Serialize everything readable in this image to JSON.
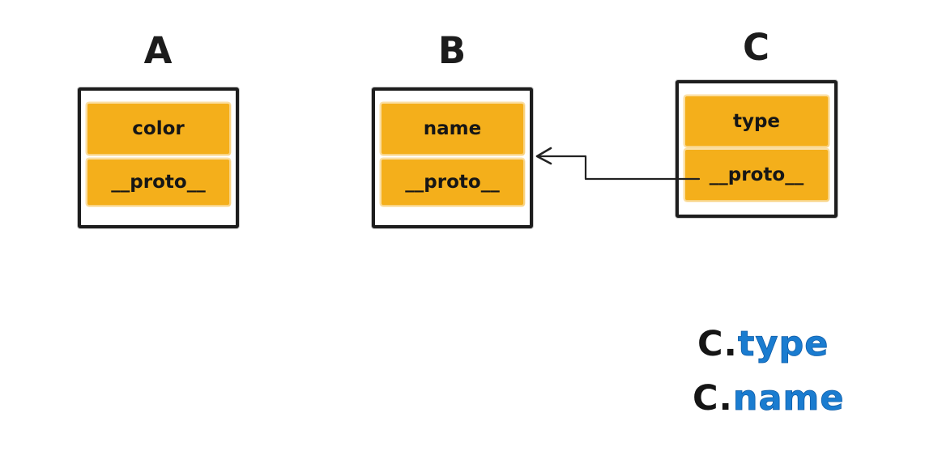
{
  "diagram": {
    "boxes": [
      {
        "id": "A",
        "label": "A",
        "rows": [
          "color",
          "__proto__"
        ]
      },
      {
        "id": "B",
        "label": "B",
        "rows": [
          "name",
          "__proto__"
        ]
      },
      {
        "id": "C",
        "label": "C",
        "rows": [
          "type",
          "__proto__"
        ]
      }
    ],
    "arrow": {
      "from": "C.__proto__",
      "to": "B"
    },
    "annotations": [
      {
        "object": "C.",
        "property": "type"
      },
      {
        "object": "C.",
        "property": "name"
      }
    ],
    "colors": {
      "property_fill": "#F4AF1B",
      "ink": "#1C1C1C",
      "accent_blue": "#1A7CD0",
      "background": "#FFFFFF"
    }
  }
}
